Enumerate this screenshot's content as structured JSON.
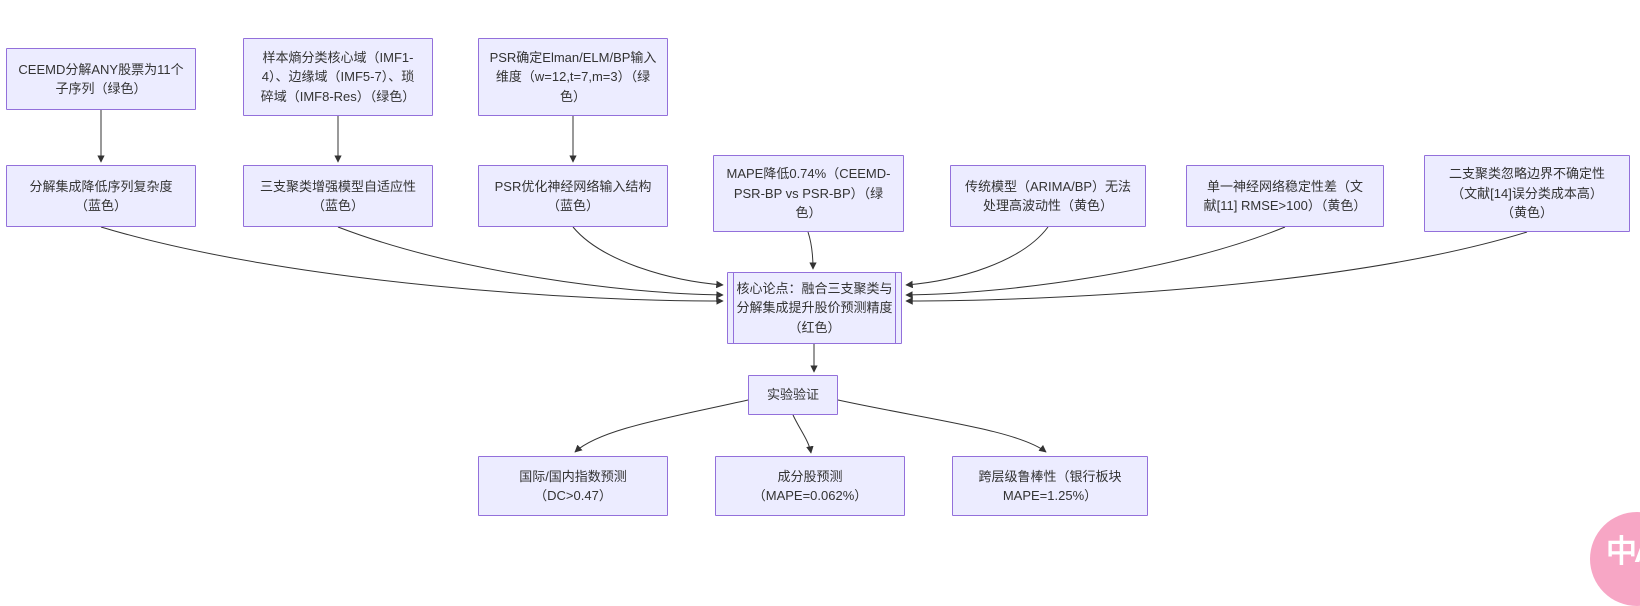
{
  "diagram": {
    "type": "flowchart",
    "background_color": "#ffffff",
    "node_fill_color": "#ECECFF",
    "node_border_color": "#9370DB",
    "edge_color": "#333333",
    "text_color": "#333333",
    "nodes": {
      "ceemd": {
        "label": "CEEMD分解ANY股票为11个\n子序列（绿色）"
      },
      "entropy": {
        "label": "样本熵分类核心域（IMF1-\n4）、边缘域（IMF5-7）、琐\n碎域（IMF8-Res）（绿色）"
      },
      "psr_dim": {
        "label": "PSR确定Elman/ELM/BP输入\n维度（w=12,t=7,m=3）（绿\n色）"
      },
      "decomp": {
        "label": "分解集成降低序列复杂度\n（蓝色）"
      },
      "threeway": {
        "label": "三支聚类增强模型自适应性\n（蓝色）"
      },
      "psr_struct": {
        "label": "PSR优化神经网络输入结构\n（蓝色）"
      },
      "mape": {
        "label": "MAPE降低0.74%（CEEMD-\nPSR-BP vs PSR-BP）（绿\n色）"
      },
      "traditional": {
        "label": "传统模型（ARIMA/BP）无法\n处理高波动性（黄色）"
      },
      "single_nn": {
        "label": "单一神经网络稳定性差（文\n献[11] RMSE>100）（黄色）"
      },
      "twoway": {
        "label": "二支聚类忽略边界不确定性\n（文献[14]误分类成本高）\n（黄色）"
      },
      "core": {
        "label": "核心论点：融合三支聚类与\n分解集成提升股价预测精度\n（红色）"
      },
      "experiment": {
        "label": "实验验证"
      },
      "index_pred": {
        "label": "国际/国内指数预测\n（DC>0.47）"
      },
      "constituent_pred": {
        "label": "成分股预测\n（MAPE=0.062%）"
      },
      "robustness": {
        "label": "跨层级鲁棒性（银行板块\nMAPE=1.25%）"
      }
    },
    "edges": [
      {
        "from": "ceemd",
        "to": "decomp"
      },
      {
        "from": "entropy",
        "to": "threeway"
      },
      {
        "from": "psr_dim",
        "to": "psr_struct"
      },
      {
        "from": "decomp",
        "to": "core"
      },
      {
        "from": "threeway",
        "to": "core"
      },
      {
        "from": "psr_struct",
        "to": "core"
      },
      {
        "from": "mape",
        "to": "core"
      },
      {
        "from": "traditional",
        "to": "core"
      },
      {
        "from": "single_nn",
        "to": "core"
      },
      {
        "from": "twoway",
        "to": "core"
      },
      {
        "from": "core",
        "to": "experiment"
      },
      {
        "from": "experiment",
        "to": "index_pred"
      },
      {
        "from": "experiment",
        "to": "constituent_pred"
      },
      {
        "from": "experiment",
        "to": "robustness"
      }
    ],
    "badge": {
      "label": "中A",
      "color": "#f7a6c5"
    }
  }
}
